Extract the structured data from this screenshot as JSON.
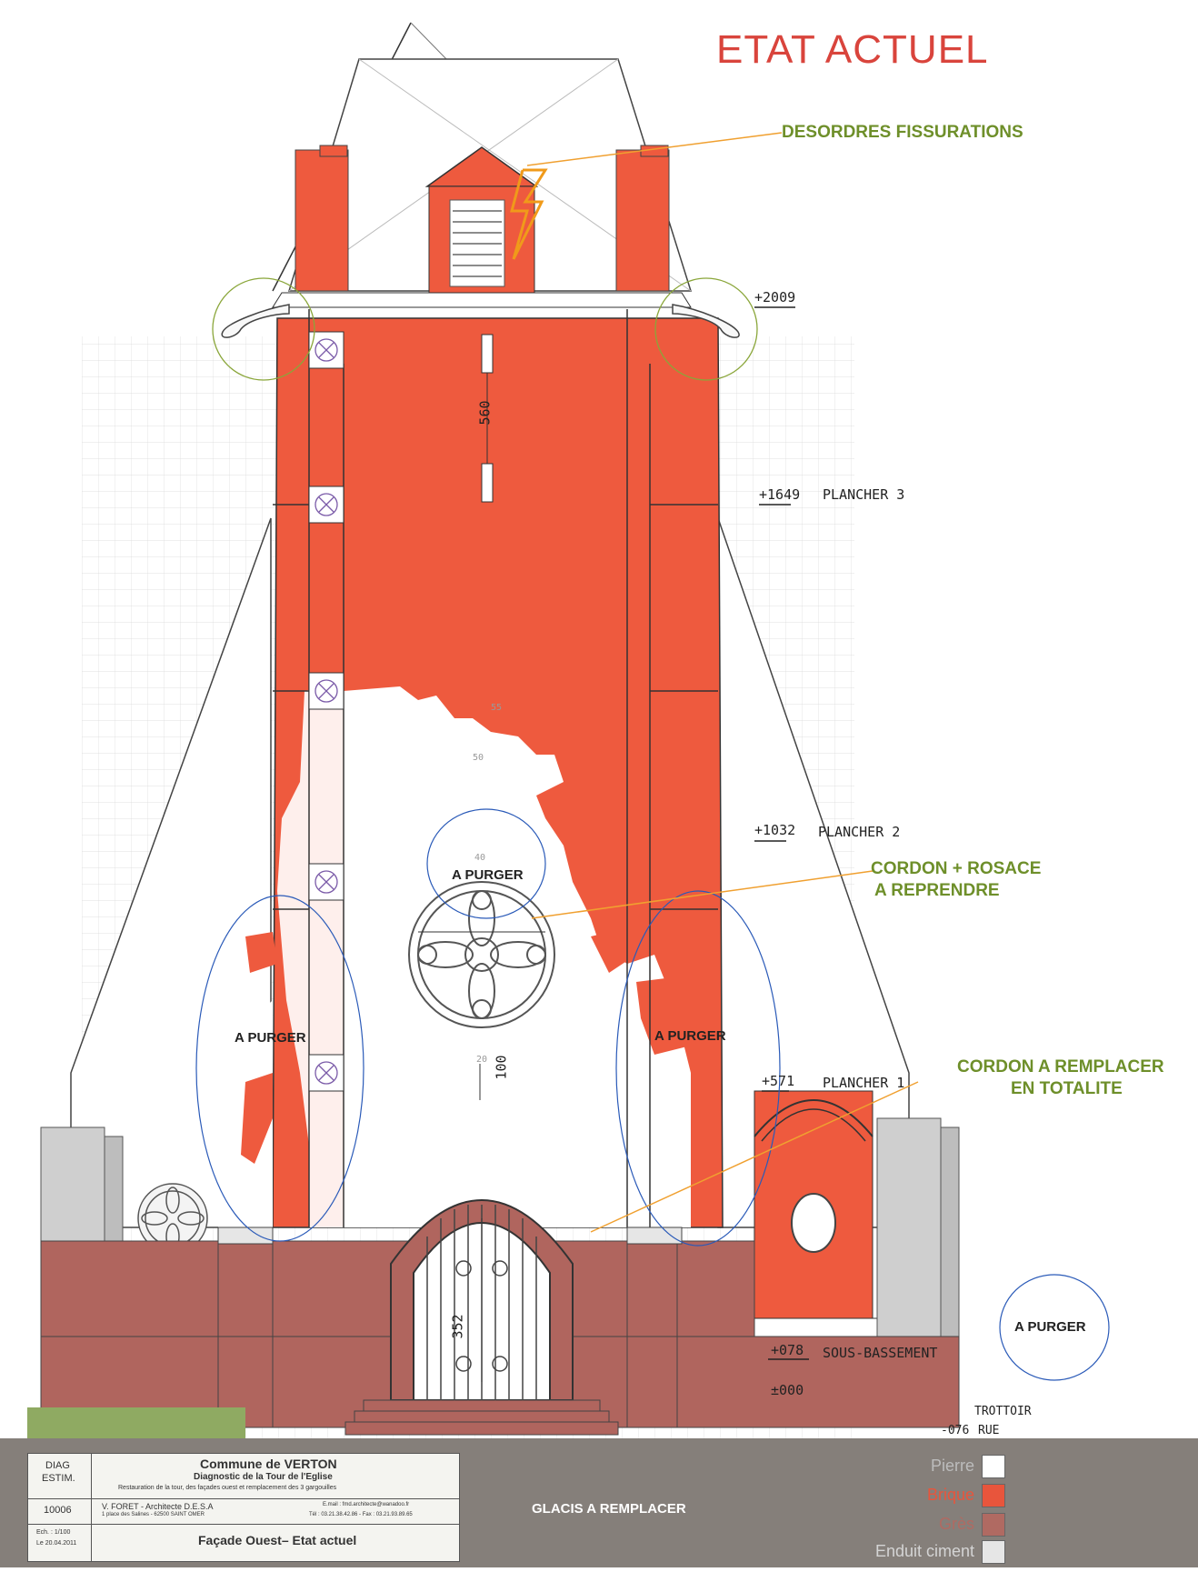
{
  "title": "ETAT ACTUEL",
  "annotations": {
    "desordres": "DESORDRES FISSURATIONS",
    "cordon_rosace_1": "CORDON + ROSACE",
    "cordon_rosace_2": "A REPRENDRE",
    "cordon_remplacer_1": "CORDON A REMPLACER",
    "cordon_remplacer_2": "EN TOTALITE",
    "purger_left": "A PURGER",
    "purger_center": "A PURGER",
    "purger_right": "A PURGER",
    "purger_legend": "A PURGER",
    "glacis": "GLACIS A REMPLACER"
  },
  "levels": {
    "l2009": "+2009",
    "l1649": "+1649",
    "plancher3": "PLANCHER 3",
    "l1032": "+1032",
    "plancher2": "PLANCHER 2",
    "l571": "+571",
    "plancher1": "PLANCHER 1",
    "l078": "+078",
    "sous_bassement": "SOUS-BASSEMENT",
    "l000": "±000",
    "trottoir": "TROTTOIR",
    "l076": "-076",
    "rue": "RUE"
  },
  "dimensions": {
    "d560": "560",
    "d100": "100",
    "d352": "352",
    "grid_55": "55",
    "grid_50": "50",
    "grid_40": "40",
    "grid_20": "20"
  },
  "title_block": {
    "type_1": "DIAG",
    "type_2": "ESTIM.",
    "number": "10006",
    "scale": "Ech. : 1/100",
    "date": "Le 20.04.2011",
    "commune": "Commune de VERTON",
    "project": "Diagnostic de la Tour de l'Eglise",
    "description": "Restauration de la tour, des façades ouest et remplacement des 3 gargouilles",
    "architect": "V. FORET - Architecte D.E.S.A",
    "address": "1 place des Salines - 62500 SAINT OMER",
    "email": "E.mail : fmd.architecte@wanadoo.fr",
    "phone": "Tél : 03.21.38.42.86 - Fax : 03.21.93.89.65",
    "sheet_title": "Façade Ouest– Etat actuel"
  },
  "legend": {
    "items": [
      {
        "label": "Pierre",
        "color": "#ffffff"
      },
      {
        "label": "Brique",
        "color": "#e8553c"
      },
      {
        "label": "Grès",
        "color": "#b06a62"
      },
      {
        "label": "Enduit ciment",
        "color": "#e6e6e6"
      }
    ]
  },
  "colors": {
    "brick": "#ee5a3e",
    "gres": "#b0655e",
    "grey_stone": "#cfcfcf",
    "green_text": "#6e8f2a",
    "title_red": "#d9443c"
  }
}
